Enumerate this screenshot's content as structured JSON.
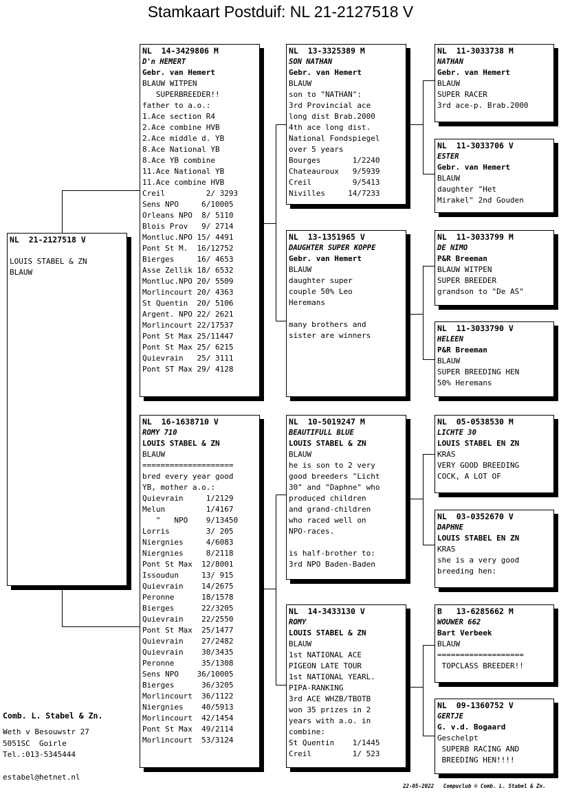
{
  "title": "Stamkaart Postduif: NL  21-2127518 V",
  "main": {
    "header": "NL  21-2127518 V",
    "owner": "LOUIS STABEL & ZN",
    "lines": [
      "BLAUW"
    ]
  },
  "father": {
    "header": "NL  14-3429806 M",
    "name": "D'n HEMERT",
    "owner": "Gebr. van Hemert",
    "lines": [
      "BLAUW WITPEN",
      "   SUPERBREEDER!!",
      "father to a.o.:",
      "1.Ace section R4",
      "2.Ace combine HVB",
      "2.Ace middle d. YB",
      "8.Ace National YB",
      "8.Ace YB combine",
      "11.Ace National YB",
      "11.Ace combine HVB",
      "Creil         2/ 3293",
      "Sens NPO     6/10005",
      "Orleans NPO  8/ 5110",
      "Blois Prov   9/ 2714",
      "Montluc.NPO 15/ 4491",
      "Pont St M.  16/12752",
      "Bierges     16/ 4653",
      "Asse Zellik 18/ 6532",
      "Montluc.NPO 20/ 5509",
      "Morlincourt 20/ 4363",
      "St Quentin  20/ 5106",
      "Argent. NPO 22/ 2621",
      "Morlincourt 22/17537",
      "Pont St Max 25/11447",
      "Pont St Max 25/ 6215",
      "Quievrain   25/ 3111",
      "Pont ST Max 29/ 4128"
    ]
  },
  "mother": {
    "header": "NL  16-1638710 V",
    "name": "ROMY 710",
    "owner": "LOUIS STABEL & ZN",
    "lines": [
      "BLAUW",
      "====================",
      "bred every year good",
      "YB, mother a.o.:",
      "Quievrain     1/2129",
      "Melun         1/4167",
      "   \"   NPO    9/13450",
      "Lorris        3/ 205",
      "Niergnies     4/6083",
      "Niergnies     8/2118",
      "Pont St Max  12/8001",
      "Issoudun     13/ 915",
      "Quievrain    14/2675",
      "Peronne      18/1578",
      "Bierges      22/3205",
      "Quievrain    22/2550",
      "Pont St Max  25/1477",
      "Quievrain    27/2482",
      "Quievrain    30/3435",
      "Peronne      35/1308",
      "Sens NPO    36/10005",
      "Bierges      36/3205",
      "Morlincourt  36/1122",
      "Niergnies    40/5913",
      "Morlincourt  42/1454",
      "Pont St Max  49/2114",
      "Morlincourt  53/3124"
    ]
  },
  "ff": {
    "header": "NL  13-3325389 M",
    "name": "SON NATHAN",
    "owner": "Gebr. van Hemert",
    "lines": [
      "BLAUW",
      "son to \"NATHAN\":",
      "3rd Provincial ace",
      "long dist Brab.2000",
      "4th ace long dist.",
      "National Fondspiegel",
      "over 5 years",
      "Bourges       1/2240",
      "Chateauroux   9/5939",
      "Creil         9/5413",
      "Nivilles     14/7233"
    ]
  },
  "fm": {
    "header": "NL  13-1351965 V",
    "name": "DAUGHTER SUPER KOPPE",
    "owner": "Gebr. van Hemert",
    "lines": [
      "BLAUW",
      "daughter super",
      "couple 50% Leo",
      "Heremans",
      "",
      "many brothers and",
      "sister are winners"
    ]
  },
  "mf": {
    "header": "NL  10-5019247 M",
    "name": "BEAUTIFULL BLUE",
    "owner": "LOUIS STABEL & ZN",
    "lines": [
      "BLAUW",
      "he is son to 2 very",
      "good breeders \"Licht",
      "30\" and \"Daphne\" who",
      "produced children",
      "and grand-children",
      "who raced well on",
      "NPO-races.",
      "",
      "is half-brother to:",
      "3rd NPO Baden-Baden"
    ]
  },
  "mm": {
    "header": "NL  14-3433130 V",
    "name": "ROMY",
    "owner": "LOUIS STABEL & ZN",
    "lines": [
      "BLAUW",
      "1st NATIONAL ACE",
      "PIGEON LATE TOUR",
      "1st NATIONAL YEARL.",
      "PIPA-RANKING",
      "3rd ACE WHZB/TBOTB",
      "won 35 prizes in 2",
      "years with a.o. in",
      "combine:",
      "St Quentin    1/1445",
      "Creil         1/ 523"
    ]
  },
  "fff": {
    "header": "NL  11-3033738 M",
    "name": "NATHAN",
    "owner": "Gebr. van Hemert",
    "lines": [
      "BLAUW",
      "SUPER RACER",
      "3rd ace-p. Brab.2000"
    ]
  },
  "ffm": {
    "header": "NL  11-3033706 V",
    "name": "ESTER",
    "owner": "Gebr. van Hemert",
    "lines": [
      "BLAUW",
      "daughter \"Het",
      "Mirakel\" 2nd Gouden"
    ]
  },
  "fmf": {
    "header": "NL  11-3033799 M",
    "name": "DE NIMO",
    "owner": "P&R Breeman",
    "lines": [
      "BLAUW WITPEN",
      "SUPER BREEDER",
      "grandson to \"De AS\""
    ]
  },
  "fmm": {
    "header": "NL  11-3033790 V",
    "name": "HELEEN",
    "owner": "P&R Breeman",
    "lines": [
      "BLAUW",
      "SUPER BREEDING HEN",
      "50% Heremans"
    ]
  },
  "mff": {
    "header": "NL  05-0538530 M",
    "name": "LICHTE 30",
    "owner": "LOUIS STABEL EN ZN",
    "lines": [
      "KRAS",
      "VERY GOOD BREEDING",
      "COCK, A LOT OF"
    ]
  },
  "mfm": {
    "header": "NL  03-0352670 V",
    "name": "DAPHNE",
    "owner": "LOUIS STABEL EN ZN",
    "lines": [
      "KRAS",
      "she is a very good",
      "breeding hen:"
    ]
  },
  "mmf": {
    "header": "B   13-6285662 M",
    "name": "WOUWER 662",
    "owner": "Bart Verbeek",
    "lines": [
      "BLAUW",
      "===================",
      " TOPCLASS BREEDER!!"
    ]
  },
  "mmm": {
    "header": "NL  09-1360752 V",
    "name": "GERTJE",
    "owner": "G. v.d. Bogaard",
    "lines": [
      "Geschelpt",
      " SUPERB RACING AND",
      " BREEDING HEN!!!!"
    ]
  },
  "footer": {
    "company": "Comb. L. Stabel & Zn.",
    "street": "Weth v Besouwstr 27",
    "city": "5051SC  Goirle",
    "tel": "Tel.:013-5345444",
    "email": "estabel@hetnet.nl",
    "printed": "22-05-2022   Compuclub © Comb. L. Stabel & Zn."
  }
}
